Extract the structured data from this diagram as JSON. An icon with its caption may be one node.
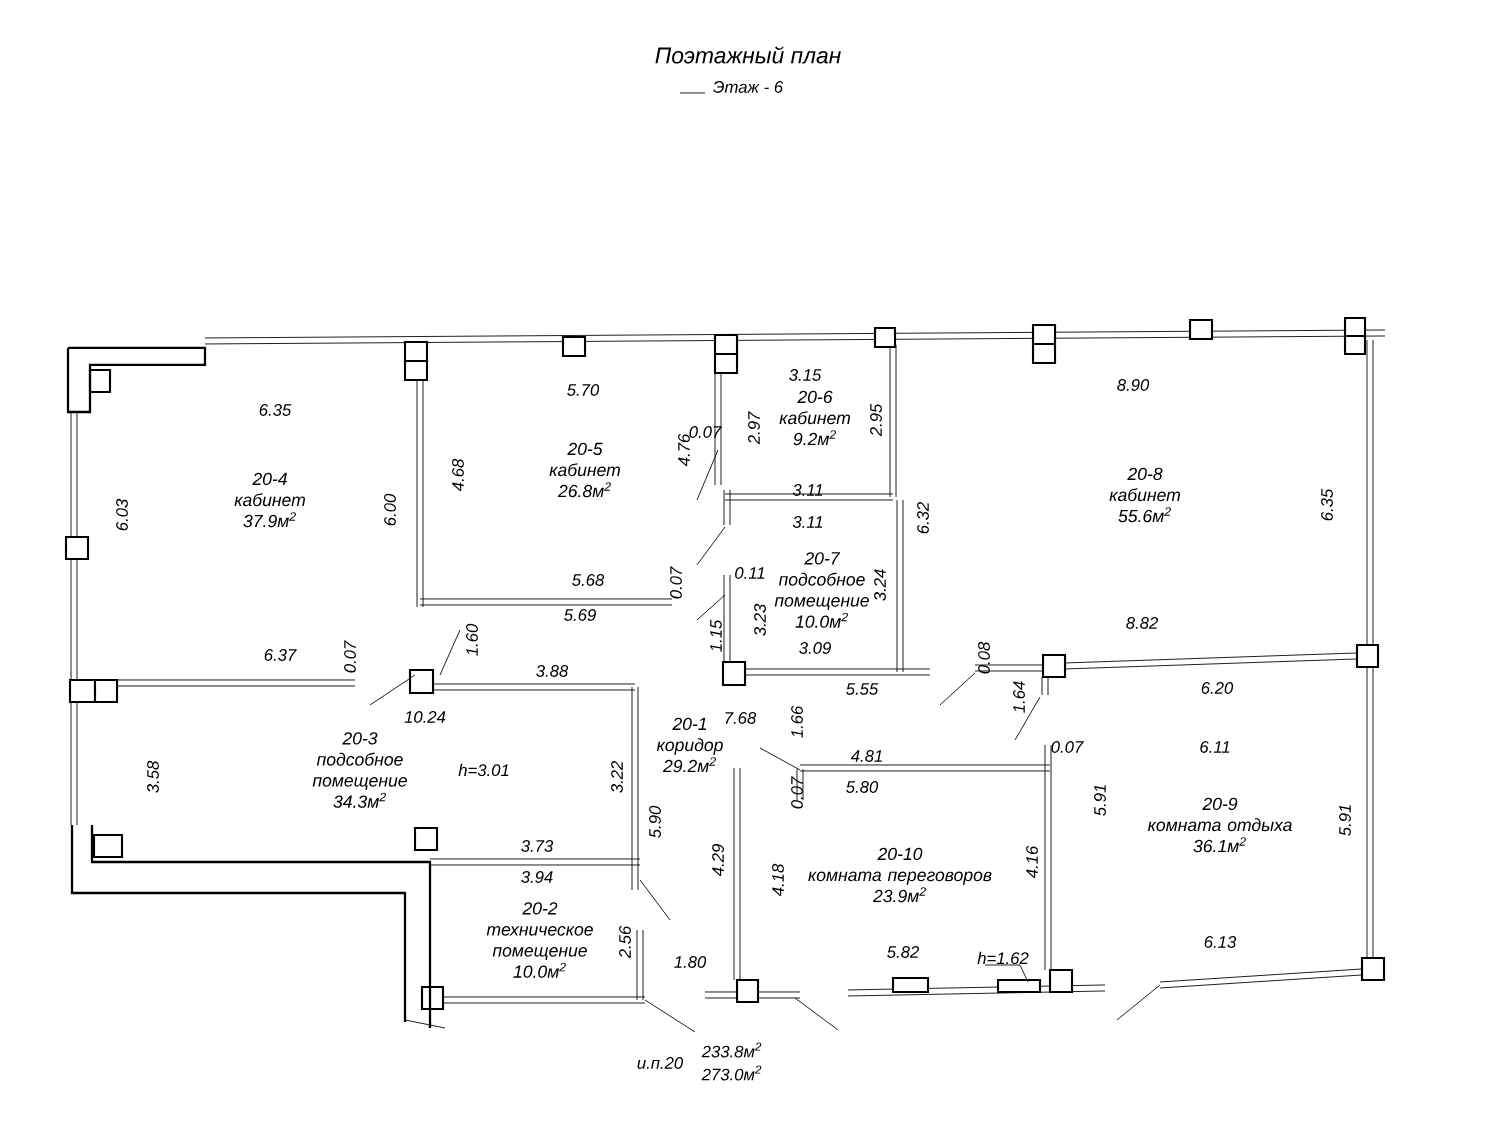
{
  "diagram": {
    "title": "Поэтажный план",
    "nodes": [
      {
        "text": [
          "20-4",
          "кабинет",
          "37.9м$^{2}$"
        ]
      },
      {
        "text": [
          "20-5",
          "кабинет",
          "26.8м$^{2}$"
        ]
      },
      {
        "text": [
          "20-6",
          "кабинет",
          "9.2м$^{2}$"
        ]
      },
      {
        "text": [
          "20-7",
          "подсобное помещение",
          "10.0м$^{2}$"
        ]
      },
      {
        "text": [
          "20-8",
          "кабинет",
          "55.6м$^{2}$"
        ]
      },
      {
        "text": [
          "20-3",
          "подсобное помещение",
          "34.3м$^{2}$"
        ]
      },
      {
        "text": [
          "20-1",
          "коридор",
          "29.2м$^{2}$"
        ]
      },
      {
        "text": [
          "20-2",
          "техническое помещение",
          "10.0м$^{2}$"
        ]
      },
      {
        "text": [
          "20-10",
          "комната переговоров",
          "23.9м$^{2}$"
        ]
      },
      {
        "text": [
          "20-9",
          "комната отдыха",
          "36.1м$^{2}$"
        ]
      }
    ],
    "labels": [
      "Этаж - 6",
      "6.35",
      "5.70",
      "3.15",
      "8.90",
      "0.07",
      "2.97",
      "2.95",
      "6.03",
      "6.00",
      "4.68",
      "4.76",
      "3.11",
      "3.11",
      "6.32",
      "6.35",
      "5.68",
      "0.07",
      "0.11",
      "3.24",
      "5.69",
      "3.23",
      "8.82",
      "1.15",
      "6.37",
      "0.07",
      "1.60",
      "3.09",
      "0.08",
      "3.88",
      "5.55",
      "6.20",
      "1.64",
      "10.24",
      "7.68",
      "1.66",
      "0.07",
      "6.11",
      "4.81",
      "3.58",
      "h=3.01",
      "3.22",
      "0.07",
      "5.80",
      "5.91",
      "5.91",
      "3.73",
      "5.90",
      "3.94",
      "4.29",
      "4.18",
      "4.16",
      "2.56",
      "1.80",
      "6.13",
      "5.82",
      "h=1.62",
      "233.8м$^{2}$",
      "и.п.20",
      "273.0м$^{2}$"
    ]
  }
}
